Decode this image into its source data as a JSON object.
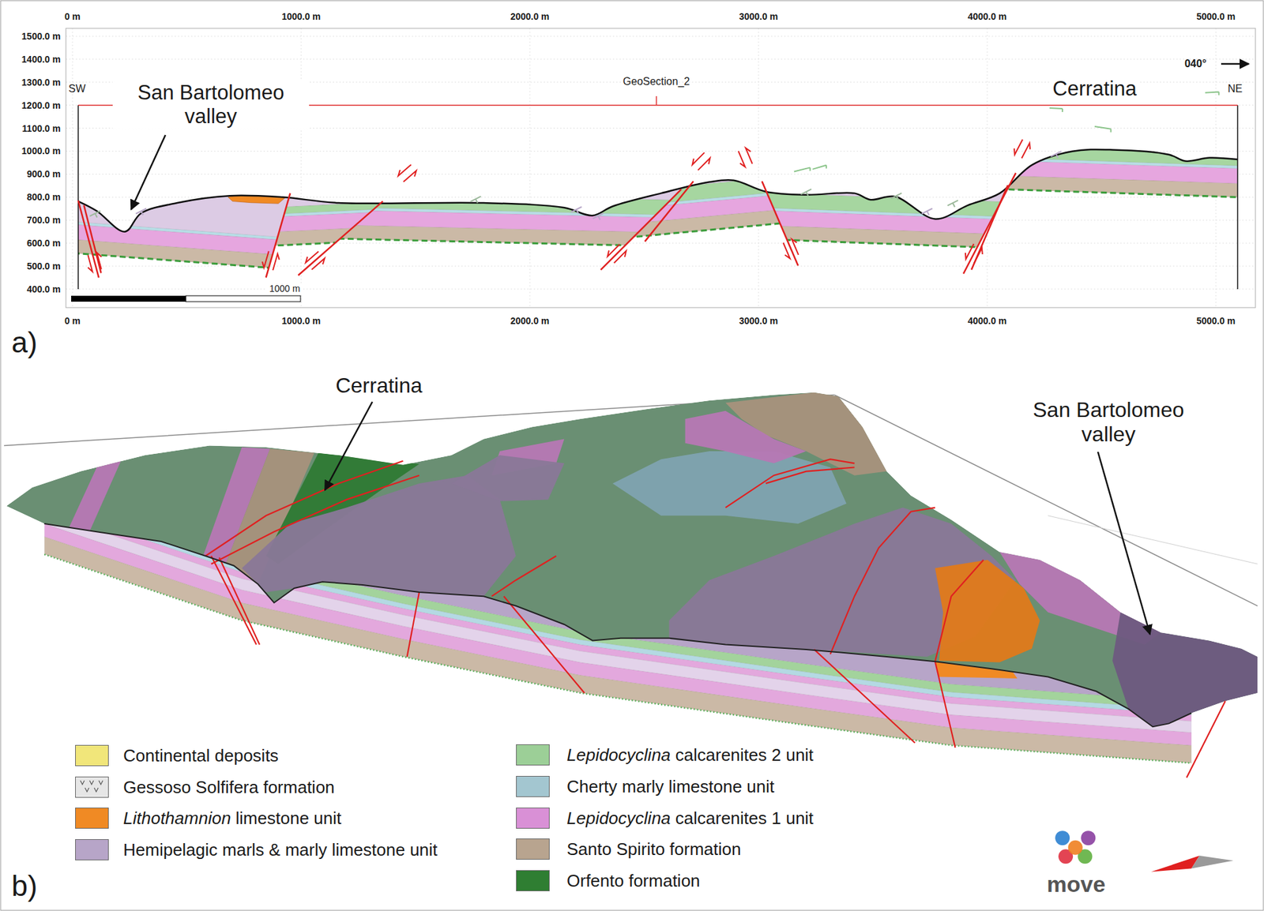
{
  "diagram": {
    "labels": [
      "0 m",
      "1000.0 m",
      "2000.0 m",
      "3000.0 m",
      "4000.0 m",
      "5000.0 m",
      "1500.0 m",
      "1400.0 m",
      "1300.0 m",
      "1200.0 m",
      "1100.0 m",
      "1000.0 m",
      "900.0 m",
      "800.0 m",
      "700.0 m",
      "600.0 m",
      "500.0 m",
      "400.0 m",
      "0 m",
      "1000.0 m",
      "2000.0 m",
      "3000.0 m",
      "4000.0 m",
      "5000.0 m",
      "040°",
      "SW",
      "NE",
      "GeoSection_2",
      "San Bartolomeo valley",
      "Cerratina",
      "1000 m",
      "a)",
      "Cerratina",
      "San Bartolomeo valley",
      "b)",
      "move"
    ],
    "legend": [
      {
        "text": "Continental deposits",
        "color": "#f1e67a"
      },
      {
        "text": "Gessoso Solfifera formation"
      },
      {
        "text": "Lithothamnion limestone unit",
        "color": "#f08a24"
      },
      {
        "text": "Hemipelagic marls & marly limestone unit",
        "color": "#b7a5c8"
      },
      {
        "text": "Lepidocyclina calcarenites 2 unit",
        "color": "#9ccf97"
      },
      {
        "text": "Cherty marly limestone unit",
        "color": "#a3c6d0"
      },
      {
        "text": "Lepidocyclina calcarenites 1 unit",
        "color": "#d990d6"
      },
      {
        "text": "Santo Spirito formation",
        "color": "#b8a48f"
      },
      {
        "text": "Orfento formation",
        "color": "#2f7e32"
      }
    ]
  }
}
